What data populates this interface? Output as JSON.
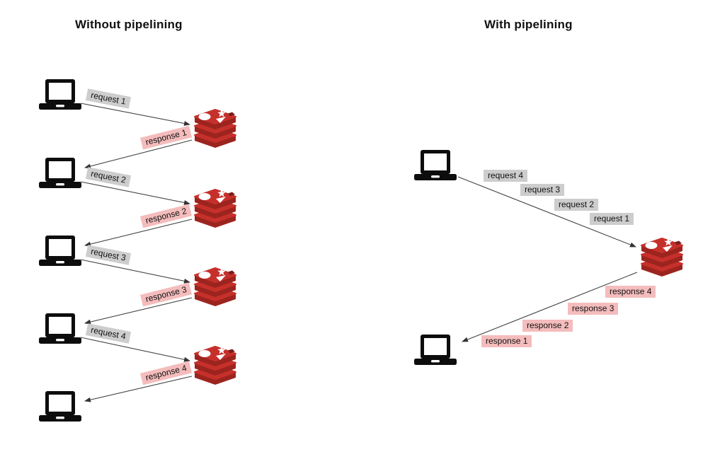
{
  "page": {
    "background": "#ffffff"
  },
  "left": {
    "title": "Without pipelining",
    "exchanges": [
      {
        "request": "request 1",
        "response": "response 1"
      },
      {
        "request": "request 2",
        "response": "response 2"
      },
      {
        "request": "request 3",
        "response": "response 3"
      },
      {
        "request": "request 4",
        "response": "response 4"
      }
    ]
  },
  "right": {
    "title": "With pipelining",
    "requests": [
      "request 4",
      "request 3",
      "request 2",
      "request 1"
    ],
    "responses": [
      "response 4",
      "response 3",
      "response 2",
      "response 1"
    ]
  },
  "icons": {
    "client": "laptop-icon",
    "server": "redis-database-icon"
  },
  "colors": {
    "page_bg": "#ffffff",
    "request_bg": "#cdcdcd",
    "response_bg": "#f4bcbc",
    "arrow": "#3a3a3a",
    "redis_red": "#c6302b",
    "redis_dark_red": "#9c241f",
    "redis_notch": "#7a1d18",
    "laptop_black": "#0d0d0d",
    "text": "#111111"
  }
}
